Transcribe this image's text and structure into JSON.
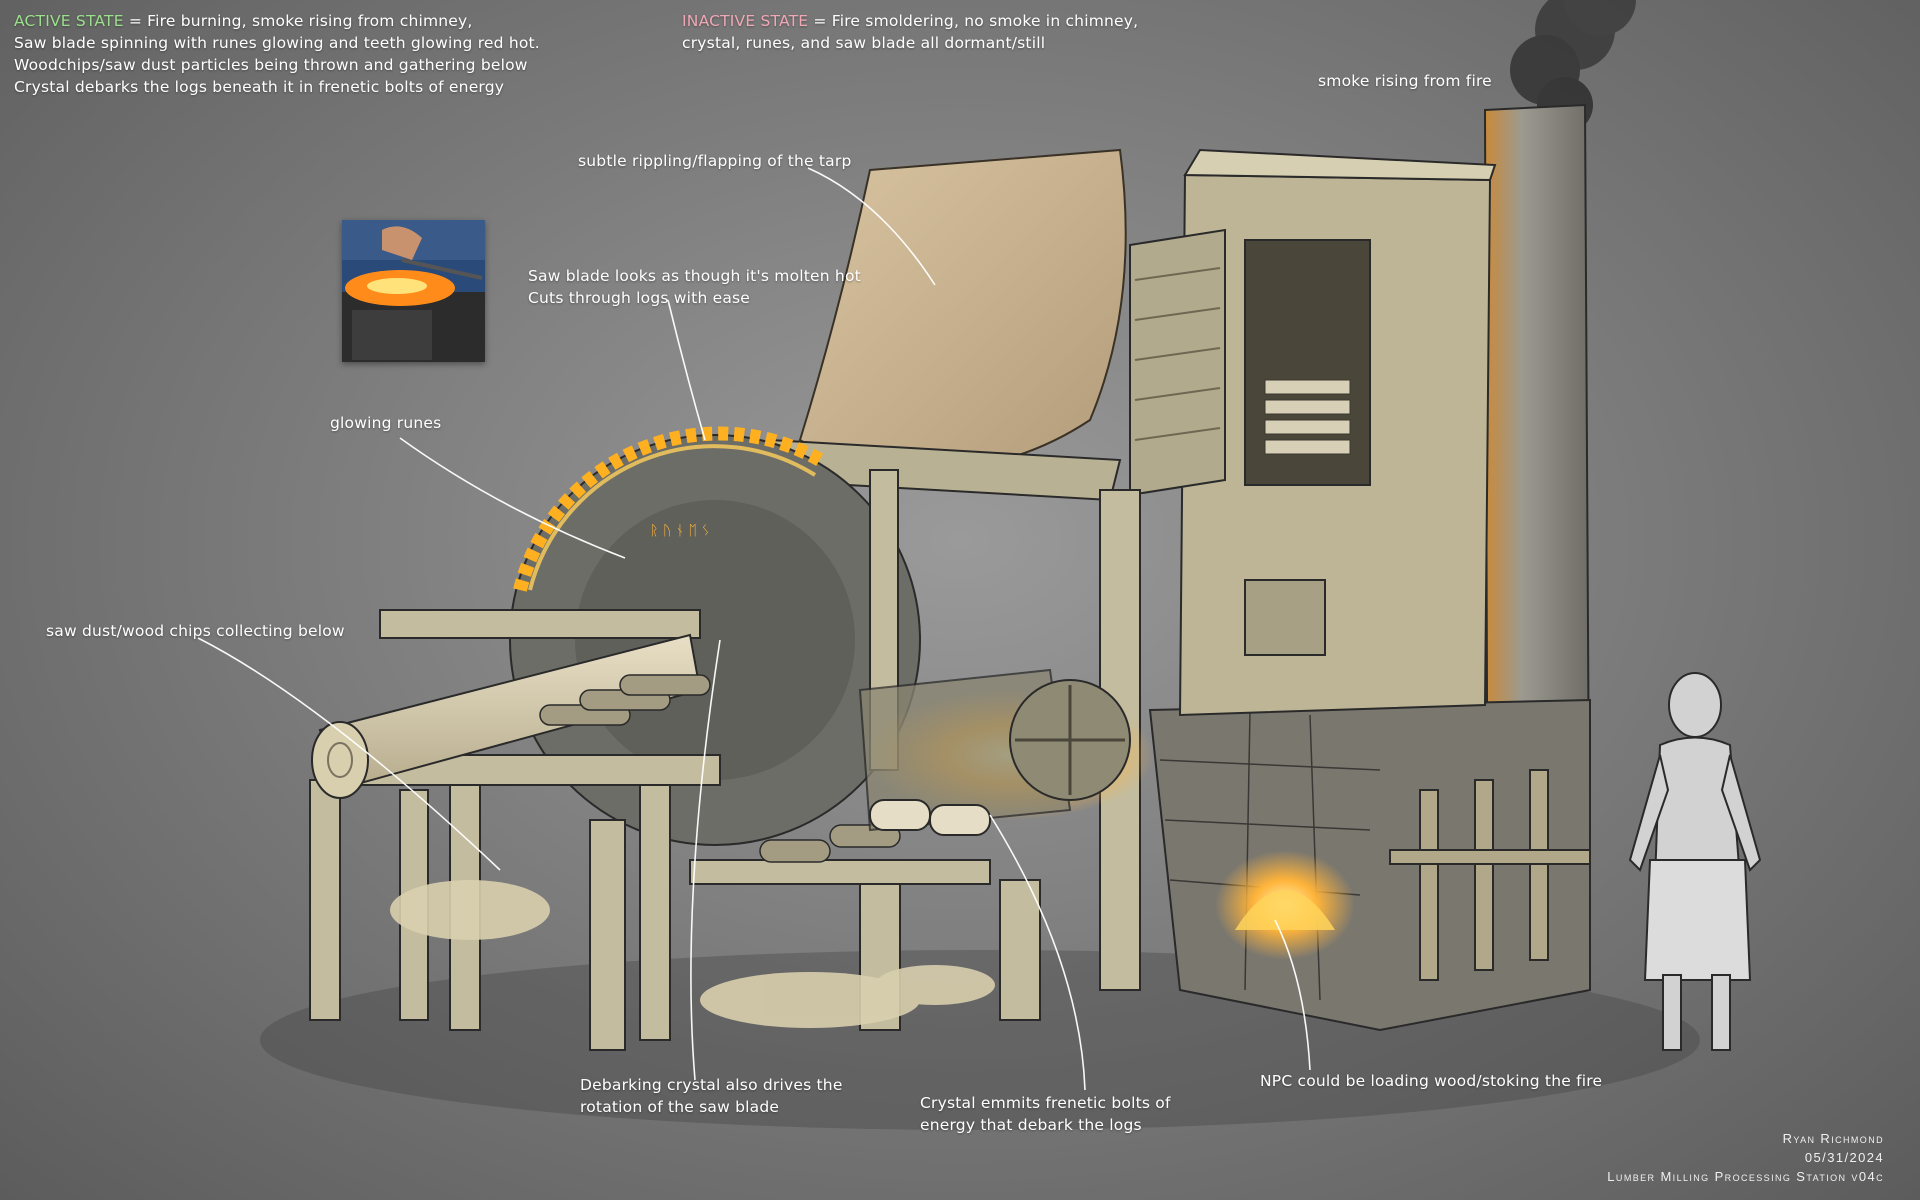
{
  "notes": {
    "active": {
      "label": "ACTIVE STATE",
      "line1": "= Fire burning, smoke rising from chimney,",
      "line2": "Saw blade spinning with runes glowing and teeth glowing red hot.",
      "line3": "Woodchips/saw dust particles being thrown and gathering below",
      "line4": "Crystal debarks the logs beneath it in frenetic bolts of energy"
    },
    "inactive": {
      "label": "INACTIVE STATE",
      "line1": "= Fire smoldering, no smoke in chimney,",
      "line2": "crystal, runes, and saw blade all dormant/still"
    },
    "smoke": "smoke rising from fire",
    "tarp": "subtle rippling/flapping of the tarp",
    "saw_blade": {
      "line1": "Saw blade looks as though it's molten hot",
      "line2": "Cuts through logs with ease"
    },
    "runes": "glowing runes",
    "sawdust": "saw dust/wood chips collecting below",
    "crystal_drive": {
      "line1": "Debarking crystal also drives the",
      "line2": "rotation of the saw blade"
    },
    "crystal_bolts": {
      "line1": "Crystal emmits frenetic bolts of",
      "line2": "energy that debark the logs"
    },
    "npc": "NPC could be loading wood/stoking the fire"
  },
  "signature": {
    "author": "Ryan Richmond",
    "date": "05/31/2024",
    "title": "Lumber Milling Processing Station v04c"
  },
  "colors": {
    "active_label": "#9be08a",
    "inactive_label": "#f0a8b6",
    "wood": "#b8b094",
    "wood_dark": "#8a846c",
    "stone": "#7d7a72",
    "glow": "#ffb43a",
    "tarp": "#cbb493"
  },
  "icons": {
    "reference_photo": "forge-reference-photo",
    "figure": "npc-figure"
  }
}
